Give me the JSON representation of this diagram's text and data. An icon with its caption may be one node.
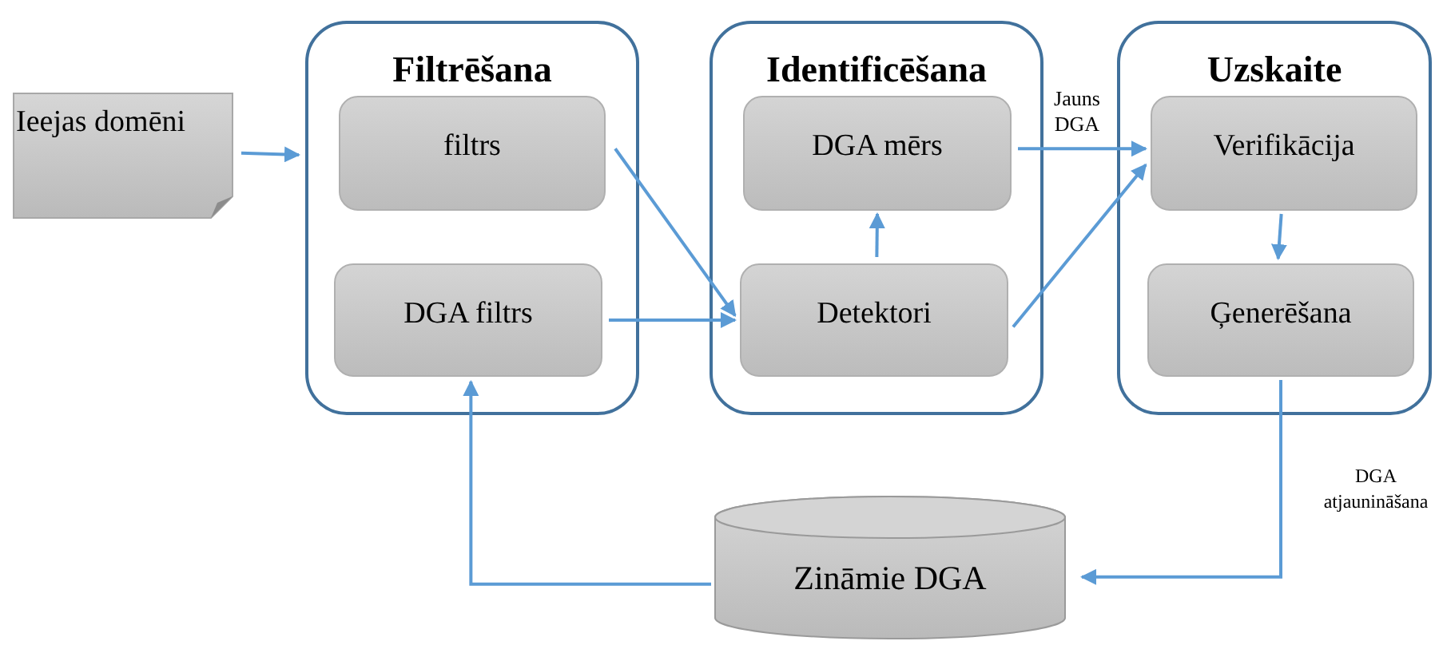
{
  "diagram": {
    "nodes": [
      {
        "text": [
          "Ieejas domēni"
        ]
      },
      {
        "text": [
          "Filtrēšana"
        ]
      },
      {
        "text": [
          "filtrs"
        ],
        "in": 1
      },
      {
        "text": [
          "DGA filtrs"
        ],
        "in": 1
      },
      {
        "text": [
          "Identificēšana"
        ]
      },
      {
        "text": [
          "DGA mērs"
        ],
        "in": 4
      },
      {
        "text": [
          "Detektori"
        ],
        "in": 4
      },
      {
        "text": [
          "Uzskaite"
        ]
      },
      {
        "text": [
          "Verifikācija"
        ],
        "in": 7
      },
      {
        "text": [
          "Ģenerēšana"
        ],
        "in": 7
      },
      {
        "text": [
          "Zināmie DGA"
        ]
      }
    ],
    "edges": [
      {
        "from": 0,
        "to": 1,
        "arrow": "to"
      },
      {
        "from": 2,
        "to": 6,
        "arrow": "to"
      },
      {
        "from": 3,
        "to": 6,
        "arrow": "to"
      },
      {
        "from": 6,
        "to": 5,
        "arrow": "to"
      },
      {
        "from": 5,
        "to": 8,
        "arrow": "to",
        "label": "Jauns DGA"
      },
      {
        "from": 6,
        "to": 8,
        "arrow": "to"
      },
      {
        "from": 8,
        "to": 9,
        "arrow": "to"
      },
      {
        "from": 9,
        "to": 10,
        "arrow": "to",
        "label": "DGA atjaunināšana"
      },
      {
        "from": 10,
        "to": 3,
        "arrow": "to"
      }
    ]
  }
}
